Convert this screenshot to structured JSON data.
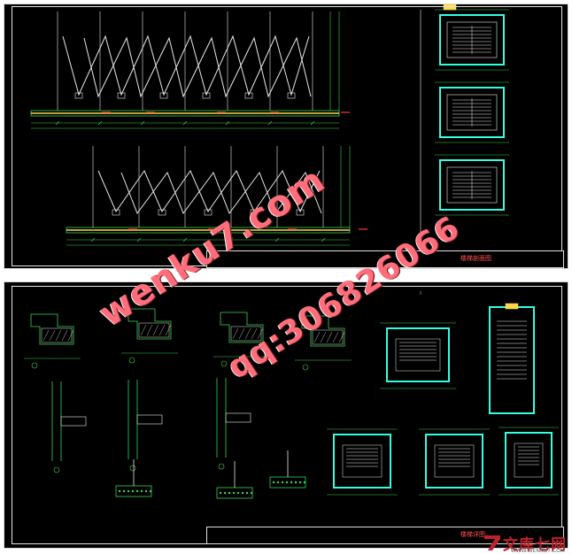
{
  "drawings": {
    "top_sheet_title": "楼梯剖面图",
    "bottom_sheet_title": "楼梯详图"
  },
  "watermark": {
    "site": "wenku7.com",
    "qq": "qq:306826066"
  },
  "logo": {
    "brand": "文库七网",
    "url": "WWW.WENKU7.COM"
  },
  "colors": {
    "background": "#000000",
    "line_green": "#39d353",
    "line_cyan": "#33ffe0",
    "line_white": "#e8e8e8",
    "line_red": "#ff3b3b",
    "line_yellow": "#ffd84a",
    "watermark": "#ff6e7a",
    "logo_red": "#c0202a"
  }
}
